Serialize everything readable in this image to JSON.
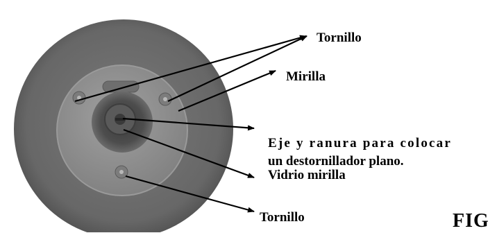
{
  "labels": {
    "tornillo_top": "Tornillo",
    "mirilla": "Mirilla",
    "eje_line1": "Eje y ranura para colocar",
    "eje_line2": "un destornillador plano.",
    "vidrio": "Vidrio mirilla",
    "tornillo_bottom": "Tornillo",
    "fig": "FIG"
  },
  "colors": {
    "outer_disc": "#6a6a6a",
    "plate": "#8c8c8c",
    "hub": "#4c4c4c",
    "arrow": "#000000"
  }
}
